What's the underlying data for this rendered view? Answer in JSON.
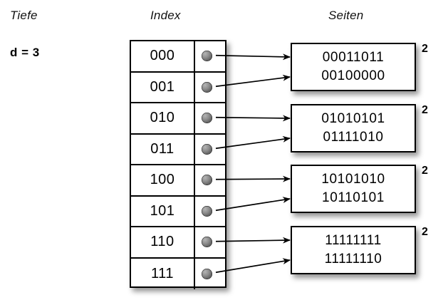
{
  "headings": {
    "left": "Tiefe",
    "middle": "Index",
    "right": "Seiten"
  },
  "depth": {
    "label": "d = 3"
  },
  "index_table": {
    "rows": [
      {
        "key": "000",
        "pointer": "bullet-icon",
        "target": 0
      },
      {
        "key": "001",
        "pointer": "bullet-icon",
        "target": 0
      },
      {
        "key": "010",
        "pointer": "bullet-icon",
        "target": 1
      },
      {
        "key": "011",
        "pointer": "bullet-icon",
        "target": 1
      },
      {
        "key": "100",
        "pointer": "bullet-icon",
        "target": 2
      },
      {
        "key": "101",
        "pointer": "bullet-icon",
        "target": 2
      },
      {
        "key": "110",
        "pointer": "bullet-icon",
        "target": 3
      },
      {
        "key": "111",
        "pointer": "bullet-icon",
        "target": 3
      }
    ]
  },
  "pages": [
    {
      "line1": "00011011",
      "line2": "00100000",
      "count": "2"
    },
    {
      "line1": "01010101",
      "line2": "01111010",
      "count": "2"
    },
    {
      "line1": "10101010",
      "line2": "10110101",
      "count": "2"
    },
    {
      "line1": "11111111",
      "line2": "11111110",
      "count": "2"
    }
  ],
  "colors": {
    "background": "#ffffff",
    "stroke": "#000000",
    "bullet": "#6e6e6e",
    "shadow": "rgba(0,0,0,0.42)"
  }
}
